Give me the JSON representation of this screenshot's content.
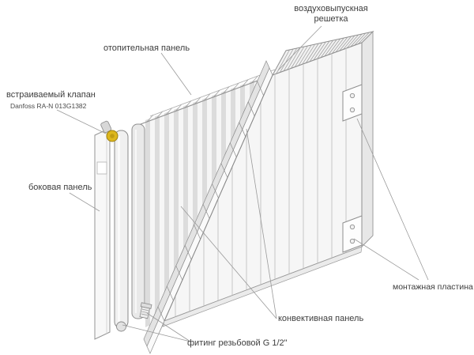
{
  "diagram": {
    "labels": {
      "air_grille": "воздуховыпускная\nрешетка",
      "heating_panel": "отопительная панель",
      "built_in_valve": "встраиваемый клапан",
      "valve_model": "Danfoss RA-N 013G1382",
      "side_panel": "боковая панель",
      "mounting_plate": "монтажная пластина",
      "convective_panel": "конвективная панель",
      "threaded_fitting": "фитинг резьбовой G 1/2\""
    },
    "colors": {
      "background": "#ffffff",
      "outline": "#8f8f8f",
      "panel_fill": "#f6f6f6",
      "text": "#3d3d3d",
      "valve_brass": "#ddb71e",
      "leader_line": "#9a9a9a"
    }
  }
}
